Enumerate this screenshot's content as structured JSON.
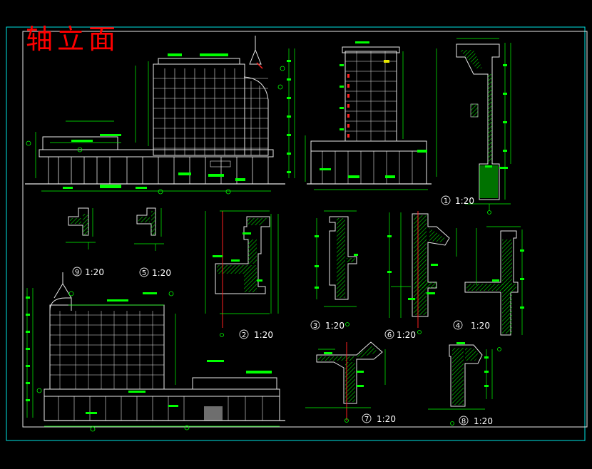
{
  "drawing": {
    "title": "轴立面",
    "colors": {
      "background": "#000000",
      "frame": "#00e5e5",
      "outline": "#e8e8e8",
      "dimension": "#00ff00",
      "accent": "#ff2020"
    }
  },
  "details": [
    {
      "id": "1",
      "scale": "1:20"
    },
    {
      "id": "2",
      "scale": "1:20"
    },
    {
      "id": "3",
      "scale": "1:20"
    },
    {
      "id": "4",
      "scale": "1:20"
    },
    {
      "id": "5",
      "scale": "1:20"
    },
    {
      "id": "6",
      "scale": "1:20"
    },
    {
      "id": "7",
      "scale": "1:20"
    },
    {
      "id": "8",
      "scale": "1:20"
    },
    {
      "id": "9",
      "scale": "1:20"
    }
  ]
}
